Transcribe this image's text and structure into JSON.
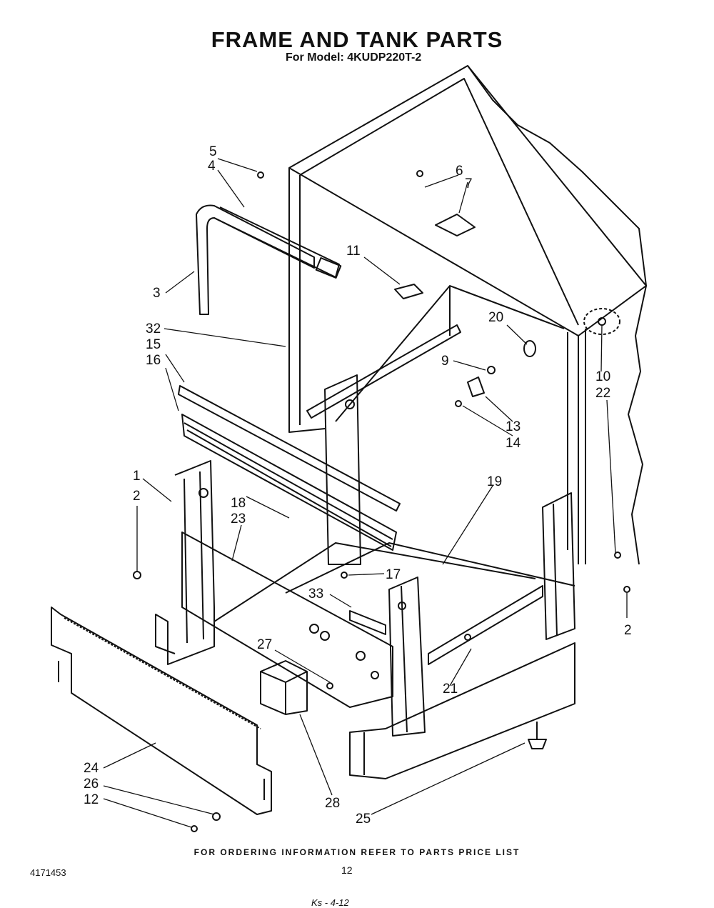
{
  "header": {
    "title": "FRAME AND TANK PARTS",
    "subtitle": "For Model: 4KUDP220T-2"
  },
  "callouts": [
    {
      "id": "c5",
      "text": "5"
    },
    {
      "id": "c4",
      "text": "4"
    },
    {
      "id": "c6",
      "text": "6"
    },
    {
      "id": "c7",
      "text": "7"
    },
    {
      "id": "c3",
      "text": "3"
    },
    {
      "id": "c11",
      "text": "11"
    },
    {
      "id": "c20",
      "text": "20"
    },
    {
      "id": "c32",
      "text": "32"
    },
    {
      "id": "c15",
      "text": "15"
    },
    {
      "id": "c16",
      "text": "16"
    },
    {
      "id": "c9",
      "text": "9"
    },
    {
      "id": "c10",
      "text": "10"
    },
    {
      "id": "c22",
      "text": "22"
    },
    {
      "id": "c13",
      "text": "13"
    },
    {
      "id": "c14",
      "text": "14"
    },
    {
      "id": "c1",
      "text": "1"
    },
    {
      "id": "c2a",
      "text": "2"
    },
    {
      "id": "c19",
      "text": "19"
    },
    {
      "id": "c18",
      "text": "18"
    },
    {
      "id": "c23",
      "text": "23"
    },
    {
      "id": "c17",
      "text": "17"
    },
    {
      "id": "c33",
      "text": "33"
    },
    {
      "id": "c2b",
      "text": "2"
    },
    {
      "id": "c27",
      "text": "27"
    },
    {
      "id": "c21",
      "text": "21"
    },
    {
      "id": "c24",
      "text": "24"
    },
    {
      "id": "c26",
      "text": "26"
    },
    {
      "id": "c12",
      "text": "12"
    },
    {
      "id": "c28",
      "text": "28"
    },
    {
      "id": "c25",
      "text": "25"
    }
  ],
  "footer": {
    "note": "FOR ORDERING INFORMATION REFER TO PARTS PRICE LIST",
    "doc_number": "4171453",
    "page_number": "12",
    "handwritten": "Ks - 4-12"
  }
}
